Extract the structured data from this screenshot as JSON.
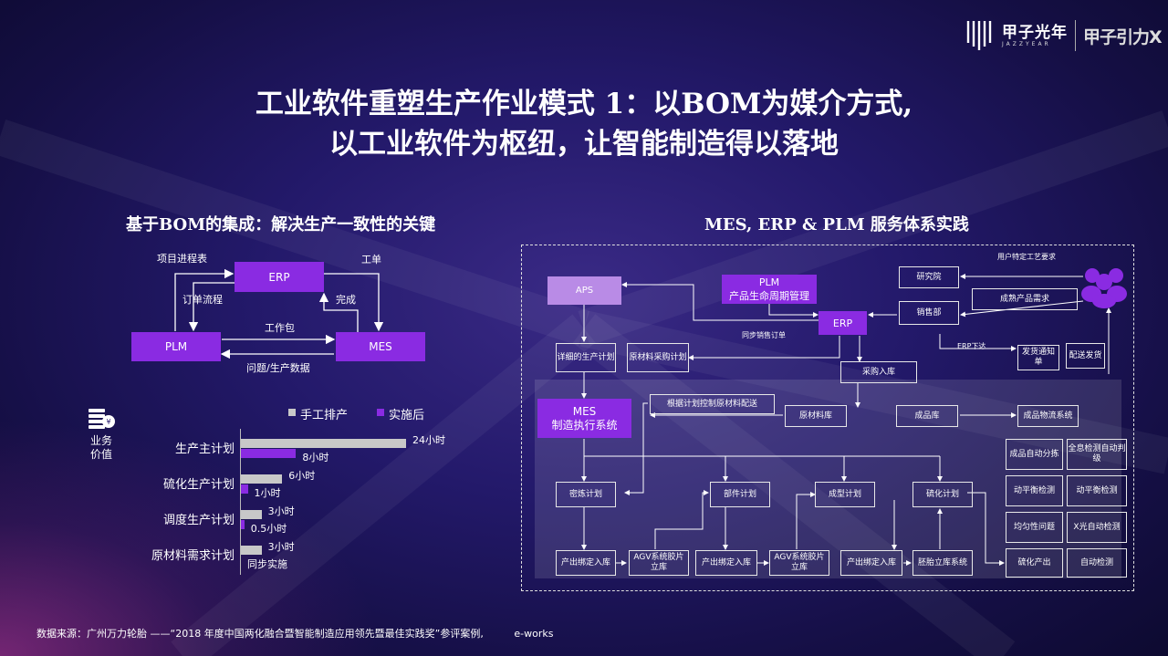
{
  "brand": {
    "name_cn": "甲子光年",
    "name_en": "JAZZYEAR",
    "right_mark": "甲子引力X"
  },
  "title": {
    "line1": "工业软件重塑生产作业模式 1：以BOM为媒介方式,",
    "line2": "以工业软件为枢纽，让智能制造得以落地"
  },
  "left": {
    "heading": "基于BOM的集成：解决生产一致性的关键",
    "diagram": {
      "erp": "ERP",
      "plm": "PLM",
      "mes": "MES",
      "label_project": "项目进程表",
      "label_order_flow": "订单流程",
      "label_work_order": "工单",
      "label_complete": "完成",
      "label_work_package": "工作包",
      "label_issue_data": "问题/生产数据"
    },
    "chart_side": {
      "label_line1": "业务",
      "label_line2": "价值"
    }
  },
  "chart_data": {
    "type": "bar",
    "orientation": "horizontal",
    "categories": [
      "生产主计划",
      "硫化生产计划",
      "调度生产计划",
      "原材料需求计划"
    ],
    "series": [
      {
        "name": "手工排产",
        "values": [
          24,
          6,
          3,
          3
        ],
        "labels": [
          "24小时",
          "6小时",
          "3小时",
          "3小时"
        ],
        "color": "#c8c8c8"
      },
      {
        "name": "实施后",
        "values": [
          8,
          1,
          0.5,
          null
        ],
        "labels": [
          "8小时",
          "1小时",
          "0.5小时",
          "同步实施"
        ],
        "color": "#8a2be2"
      }
    ],
    "legend": "top"
  },
  "right": {
    "heading": "MES, ERP & PLM 服务体系实践",
    "user_req": "用户特定工艺要求",
    "aps": "APS",
    "plm_line1": "PLM",
    "plm_line2": "产品生命周期管理",
    "erp": "ERP",
    "research": "研究院",
    "finished_demand": "成熟产品需求",
    "sales": "销售部",
    "sync_sales": "同步销售订单",
    "detail_plan": "详细的生产计划",
    "material_purchase": "原材料采购计划",
    "erp_issue": "ERP下达",
    "ship_notice": "发货通知单",
    "ship": "配送发货",
    "purchase_in": "采购入库",
    "mes_line1": "MES",
    "mes_line2": "制造执行系统",
    "dispatch_by_plan": "根据计划控制原材料配送",
    "raw_store": "原材料库",
    "finished_store": "成品库",
    "finished_logistics": "成品物流系统",
    "mixing_plan": "密炼计划",
    "parts_plan": "部件计划",
    "forming_plan": "成型计划",
    "vulcan_plan": "硫化计划",
    "out_bind_1": "产出绑定入库",
    "agv_parts": "AGV系统胶片立库",
    "out_bind_2": "产出绑定入库",
    "agv_tire": "AGV系统胶片立库",
    "out_bind_3": "产出绑定入库",
    "green_tire": "胚胎立库系统",
    "auto_sort": "成品自动分拣",
    "auto_check_full": "全息检测自动判级",
    "balance_1": "动平衡检测",
    "balance_2": "动平衡检测",
    "uniformity": "均匀性问题",
    "xray": "X光自动检测",
    "vulcan_out": "硫化产出",
    "auto_detect": "自动检测"
  },
  "footer": {
    "source": "数据来源：广州万力轮胎  ——“2018 年度中国两化融合暨智能制造应用领先暨最佳实践奖”参评案例,",
    "extra": "e-works"
  },
  "colors": {
    "accent": "#8a2be2",
    "gray_bar": "#c8c8c8"
  }
}
